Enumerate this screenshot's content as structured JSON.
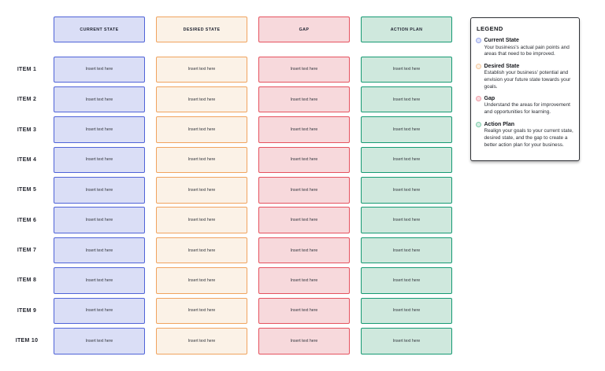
{
  "table": {
    "columns": [
      {
        "header": "CURRENT STATE",
        "border_color": "#4f63d8",
        "fill_color": "#dadef6"
      },
      {
        "header": "DESIRED STATE",
        "border_color": "#f0a35e",
        "fill_color": "#fbf2e7"
      },
      {
        "header": "GAP",
        "border_color": "#e5525f",
        "fill_color": "#f7d9dc"
      },
      {
        "header": "ACTION PLAN",
        "border_color": "#169a73",
        "fill_color": "#cfe8dd"
      }
    ],
    "placeholder": "Insert text here",
    "rows": [
      {
        "label": "ITEM 1",
        "cells": [
          "Insert text here",
          "Insert text here",
          "Insert text here",
          "Insert text here"
        ]
      },
      {
        "label": "ITEM 2",
        "cells": [
          "Insert text here",
          "Insert text here",
          "Insert text here",
          "Insert text here"
        ]
      },
      {
        "label": "ITEM 3",
        "cells": [
          "Insert text here",
          "Insert text here",
          "Insert text here",
          "Insert text here"
        ]
      },
      {
        "label": "ITEM 4",
        "cells": [
          "Insert text here",
          "Insert text here",
          "Insert text here",
          "Insert text here"
        ]
      },
      {
        "label": "ITEM 5",
        "cells": [
          "Insert text here",
          "Insert text here",
          "Insert text here",
          "Insert text here"
        ]
      },
      {
        "label": "ITEM 6",
        "cells": [
          "Insert text here",
          "Insert text here",
          "Insert text here",
          "Insert text here"
        ]
      },
      {
        "label": "ITEM 7",
        "cells": [
          "Insert text here",
          "Insert text here",
          "Insert text here",
          "Insert text here"
        ]
      },
      {
        "label": "ITEM 8",
        "cells": [
          "Insert text here",
          "Insert text here",
          "Insert text here",
          "Insert text here"
        ]
      },
      {
        "label": "ITEM 9",
        "cells": [
          "Insert text here",
          "Insert text here",
          "Insert text here",
          "Insert text here"
        ]
      },
      {
        "label": "ITEM 10",
        "cells": [
          "Insert text here",
          "Insert text here",
          "Insert text here",
          "Insert text here"
        ]
      }
    ]
  },
  "legend": {
    "title": "LEGEND",
    "entries": [
      {
        "label": "Current State",
        "description": "Your business's actual pain points and areas that need to be improved.",
        "circle_border": "#98a7ec",
        "circle_fill": "#dbe1f9"
      },
      {
        "label": "Desired State",
        "description": "Establish your business' potential and envision your future state towards your goals.",
        "circle_border": "#f4c79c",
        "circle_fill": "#fcf0e2"
      },
      {
        "label": "Gap",
        "description": "Understand the areas for improvement and opportunities for learning.",
        "circle_border": "#f09ea8",
        "circle_fill": "#f9d9dd"
      },
      {
        "label": "Action Plan",
        "description": "Realign your goals to your  current state, desired state, and the gap to create a better action plan for your business.",
        "circle_border": "#7fccab",
        "circle_fill": "#d6eee3"
      }
    ]
  }
}
